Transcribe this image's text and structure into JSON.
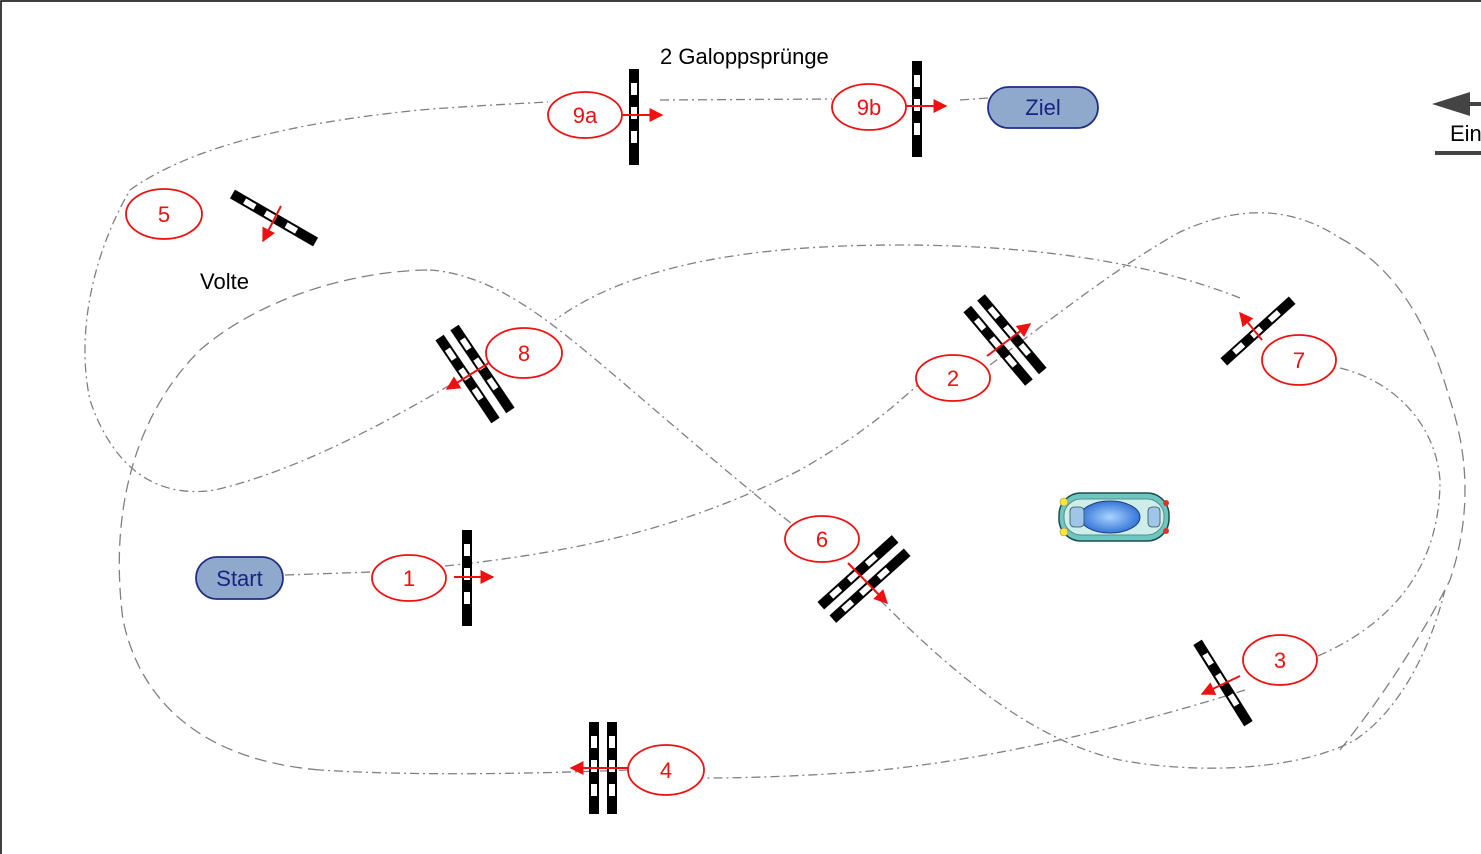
{
  "labels": {
    "galopp": "2 Galoppsprünge",
    "volte": "Volte",
    "entrance": "Ein"
  },
  "pills": {
    "start": "Start",
    "ziel": "Ziel"
  },
  "obstacles": [
    {
      "id": "1",
      "label": "1"
    },
    {
      "id": "2",
      "label": "2"
    },
    {
      "id": "3",
      "label": "3"
    },
    {
      "id": "4",
      "label": "4"
    },
    {
      "id": "5",
      "label": "5"
    },
    {
      "id": "6",
      "label": "6"
    },
    {
      "id": "7",
      "label": "7"
    },
    {
      "id": "8",
      "label": "8"
    },
    {
      "id": "9a",
      "label": "9a"
    },
    {
      "id": "9b",
      "label": "9b"
    }
  ],
  "colors": {
    "marker": "#ee1111",
    "pill_fill": "#8fa9cc",
    "pill_stroke": "#1f2d86",
    "pill_text": "#1a2380",
    "path": "#808080"
  },
  "icons": {
    "car": "car-icon",
    "entrance_arrow": "arrow-left-icon"
  }
}
